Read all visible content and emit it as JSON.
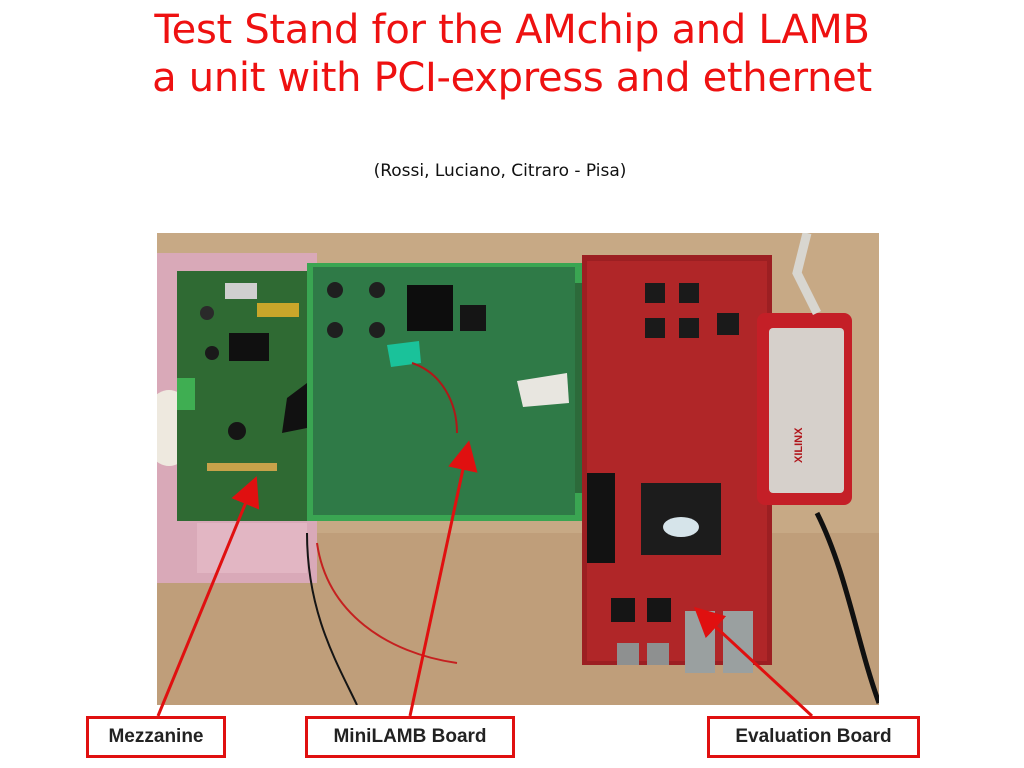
{
  "title": {
    "line1": "Test Stand for the AMchip and LAMB",
    "line2": "a unit with PCI-express and ethernet"
  },
  "subtitle": "(Rossi, Luciano, Citraro - Pisa)",
  "labels": {
    "mezzanine": "Mezzanine",
    "minilamb": "MiniLAMB Board",
    "evaluation": "Evaluation Board"
  },
  "photo_text": {
    "xilinx": "XILINX"
  },
  "colors": {
    "title": "#ee1111",
    "label_border": "#e01010",
    "arrow": "#e01010"
  }
}
